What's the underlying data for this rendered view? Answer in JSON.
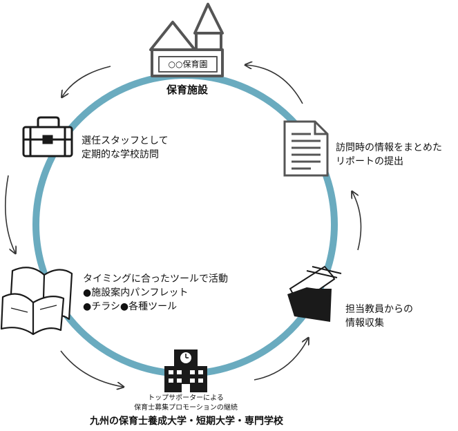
{
  "nodes": {
    "nursery": {
      "sign": "○○保育園",
      "label": "保育施設"
    },
    "visit": {
      "lines": [
        "選任スタッフとして",
        "定期的な学校訪問"
      ]
    },
    "report": {
      "lines": [
        "訪問時の情報をまとめた",
        "リポートの提出"
      ]
    },
    "tools": {
      "lines": [
        "タイミングに合ったツールで活動",
        "●施設案内パンフレット",
        "●チラシ●各種ツール"
      ]
    },
    "teacher": {
      "lines": [
        "担当教員からの",
        "情報収集"
      ]
    },
    "school": {
      "sublines": [
        "トップサポーターによる",
        "保育士募集プロモーションの継続"
      ],
      "label": "九州の保育士養成大学・短期大学・専門学校"
    }
  },
  "colors": {
    "ring": "#6aabbf",
    "icon": "#1a1a1a",
    "arrow": "#333333"
  },
  "icons": [
    "house-icon",
    "briefcase-icon",
    "document-icon",
    "open-book-icon",
    "folder-icon",
    "school-building-icon"
  ]
}
